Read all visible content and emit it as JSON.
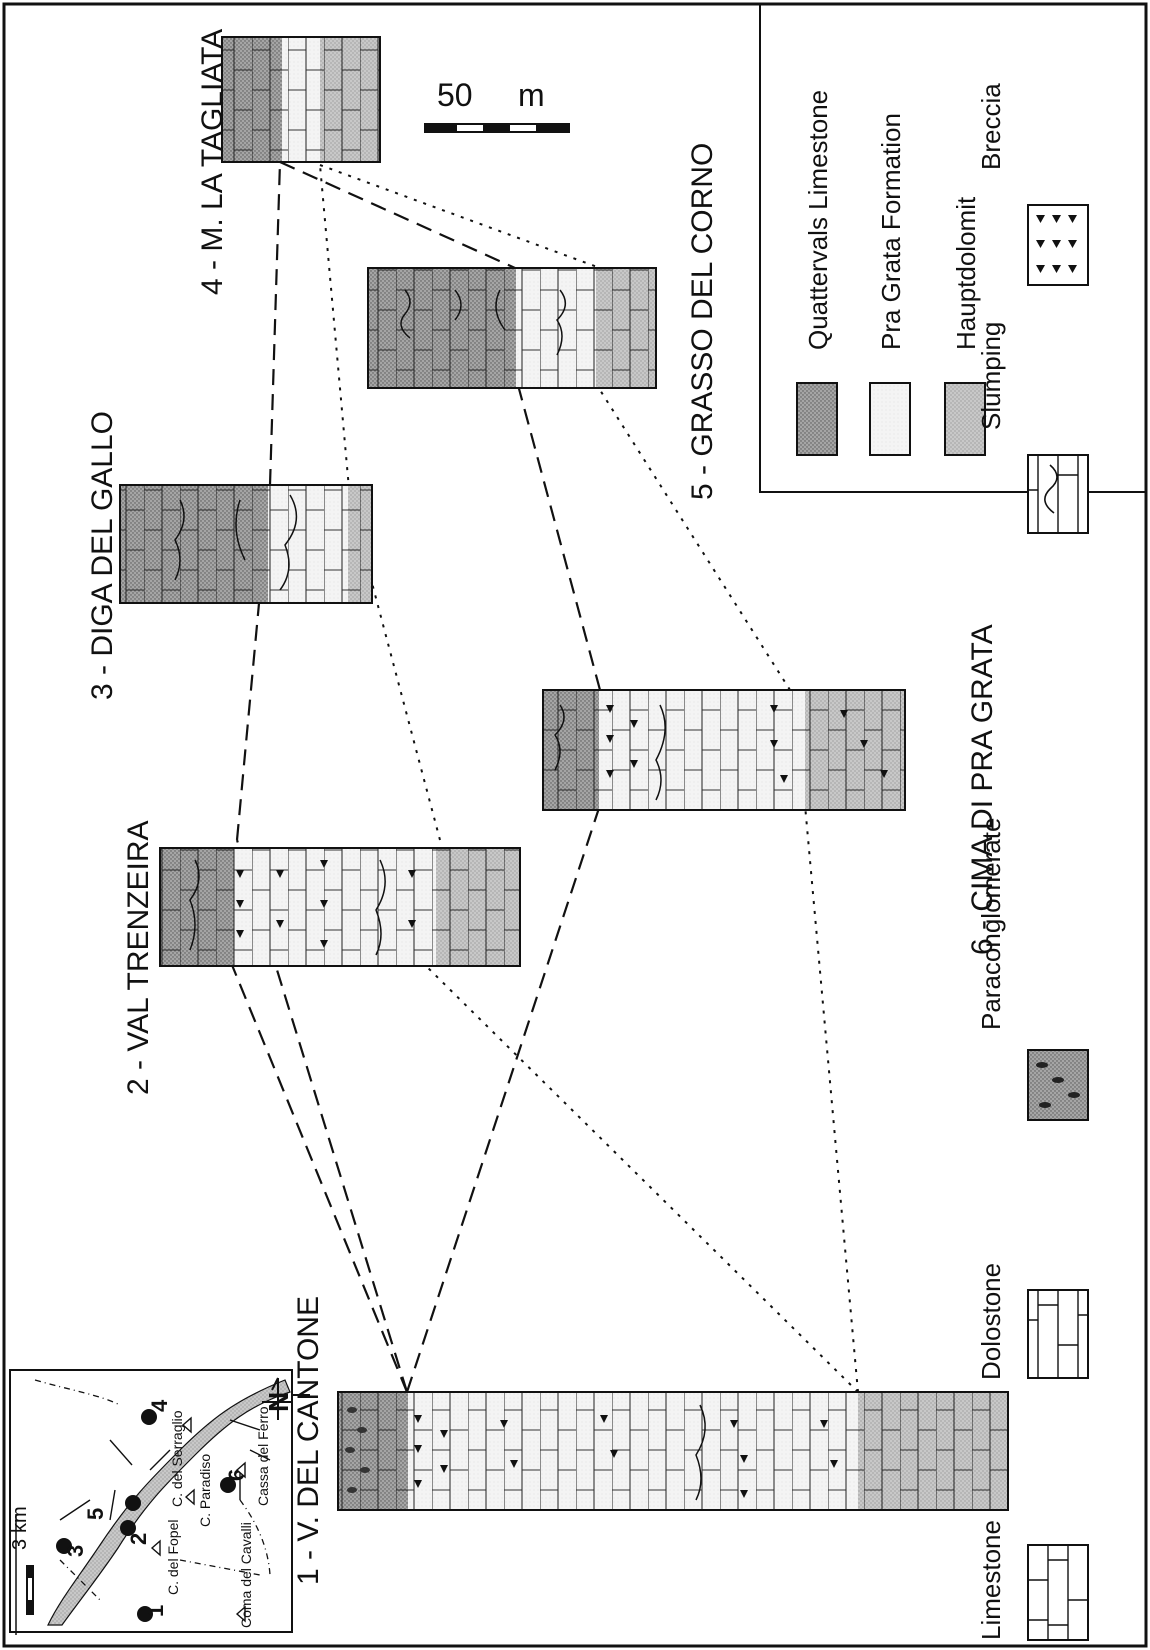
{
  "sections": [
    {
      "id": "1",
      "label": "1 - V. DEL CANTONE"
    },
    {
      "id": "2",
      "label": "2 - VAL TRENZEIRA"
    },
    {
      "id": "3",
      "label": "3 - DIGA DEL GALLO"
    },
    {
      "id": "4",
      "label": "4 - M. LA TAGLIATA"
    },
    {
      "id": "5",
      "label": "5 - GRASSO DEL CORNO"
    },
    {
      "id": "6",
      "label": "6 - CIMA DI PRA GRATA"
    }
  ],
  "scale_bar": {
    "value": "50",
    "unit": "m"
  },
  "formations_legend": [
    {
      "name": "Quattervals Limestone",
      "color": "#9a9a9a"
    },
    {
      "name": "Pra Grata Formation",
      "color": "#f3f3f3"
    },
    {
      "name": "Hauptdolomit",
      "color": "#c4c4c4"
    }
  ],
  "lithology_legend": [
    {
      "name": "Limestone"
    },
    {
      "name": "Dolostone"
    },
    {
      "name": "Paraconglomerate"
    },
    {
      "name": "Slumping"
    },
    {
      "name": "Breccia"
    }
  ],
  "inset_map": {
    "scale": {
      "value": "3",
      "unit": "km"
    },
    "north": "N",
    "section_numbers": [
      "1",
      "2",
      "3",
      "4",
      "5",
      "6"
    ],
    "peaks": [
      "C. del Fopel",
      "Coma del Cavalli",
      "C. Paradiso",
      "C. del Serraglio",
      "Cassa del Ferro"
    ]
  }
}
